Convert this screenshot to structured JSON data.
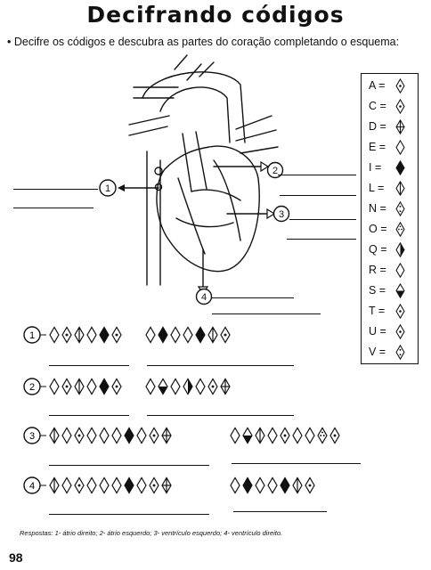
{
  "title": "Decifrando códigos",
  "instruction": "Decifre os códigos e descubra as partes do coração completando o esquema:",
  "bullet": "•",
  "legend": [
    {
      "letter": "A =",
      "pattern": "dot"
    },
    {
      "letter": "C =",
      "pattern": "dot"
    },
    {
      "letter": "D =",
      "pattern": "cross"
    },
    {
      "letter": "E =",
      "pattern": "empty"
    },
    {
      "letter": "I =",
      "pattern": "black"
    },
    {
      "letter": "L =",
      "pattern": "vline"
    },
    {
      "letter": "N =",
      "pattern": "dots2"
    },
    {
      "letter": "O =",
      "pattern": "dots3"
    },
    {
      "letter": "Q =",
      "pattern": "halfright"
    },
    {
      "letter": "R =",
      "pattern": "empty"
    },
    {
      "letter": "S =",
      "pattern": "quarter"
    },
    {
      "letter": "T =",
      "pattern": "dot"
    },
    {
      "letter": "U =",
      "pattern": "dot"
    },
    {
      "letter": "V =",
      "pattern": "dots2"
    }
  ],
  "diagram_labels": [
    "1",
    "2",
    "3",
    "4"
  ],
  "code_rows": [
    {
      "num": "1",
      "words": [
        [
          "empty",
          "dot",
          "vline",
          "empty",
          "black",
          "dot"
        ],
        [
          "empty",
          "black",
          "empty",
          "empty",
          "black",
          "vline",
          "dot"
        ]
      ]
    },
    {
      "num": "2",
      "words": [
        [
          "empty",
          "dot",
          "vline",
          "empty",
          "black",
          "dot"
        ],
        [
          "empty",
          "quarter",
          "empty",
          "halfright",
          "empty",
          "dot",
          "cross"
        ]
      ]
    },
    {
      "num": "3",
      "words": [
        [
          "vline",
          "empty",
          "dot",
          "empty",
          "empty",
          "empty",
          "black",
          "empty",
          "dot",
          "cross"
        ],
        [
          "empty",
          "quarter",
          "vline",
          "empty",
          "dot",
          "empty",
          "empty",
          "dots3",
          "dot"
        ]
      ]
    },
    {
      "num": "4",
      "words": [
        [
          "vline",
          "empty",
          "dot",
          "empty",
          "empty",
          "empty",
          "black",
          "empty",
          "dot",
          "cross"
        ],
        [
          "empty",
          "black",
          "empty",
          "empty",
          "black",
          "vline",
          "dot"
        ]
      ]
    }
  ],
  "answers": "Respostas: 1- átrio direito; 2- átrio esquerdo; 3- ventrículo esquerdo; 4- ventrículo direito.",
  "page_number": "98"
}
